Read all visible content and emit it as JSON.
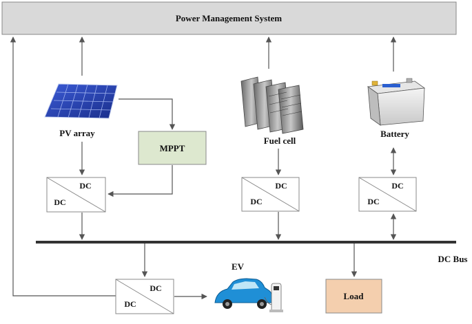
{
  "pms": {
    "title": "Power Management System"
  },
  "sources": {
    "pv": {
      "label": "PV array"
    },
    "mppt": {
      "label": "MPPT"
    },
    "fuel_cell": {
      "label": "Fuel cell"
    },
    "battery": {
      "label": "Battery"
    }
  },
  "converters": {
    "dc_label": "DC"
  },
  "bus": {
    "label": "DC Bus"
  },
  "ev": {
    "label": "EV"
  },
  "load": {
    "label": "Load"
  },
  "colors": {
    "pms_fill": "#d9d9d9",
    "mppt_fill": "#dde8cf",
    "load_fill": "#f4cfae",
    "line": "#555555",
    "bus": "#333333"
  }
}
